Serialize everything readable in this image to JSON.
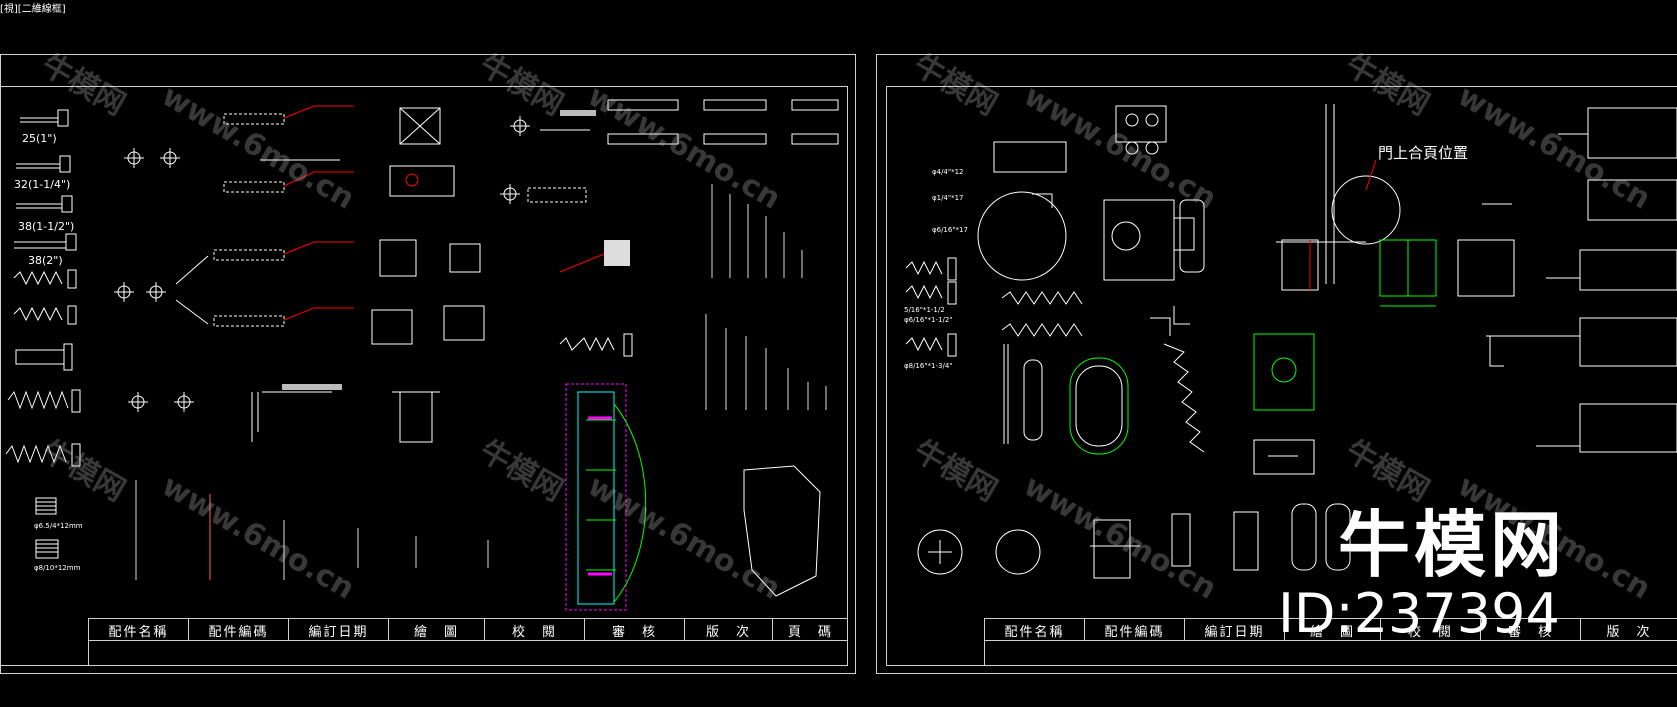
{
  "window": {
    "title_fragment": "[視][二維線框]"
  },
  "sheet_left": {
    "title_block": [
      "配件名稱",
      "配件編碼",
      "編訂日期",
      "繪　圖",
      "校　閱",
      "審　核",
      "版　次",
      "頁　碼"
    ],
    "screw_labels": [
      "25(1\")",
      "32(1-1/4\")",
      "38(1-1/2\")",
      "38(2\")"
    ],
    "cam_labels": [
      "φ6.5/4*12mm",
      "φ8/10*12mm"
    ]
  },
  "sheet_right": {
    "title_block": [
      "配件名稱",
      "配件編碼",
      "編訂日期",
      "繪　圖",
      "校　閱",
      "審　核",
      "版　次"
    ],
    "door_hinge_note": "門上合頁位置",
    "screw_labels": [
      "φ4/4\"*12",
      "φ1/4\"*17",
      "φ6/16\"*17",
      "5/16\"*1-1/2",
      "φ6/16\"*1-1/2\"",
      "φ8/16\"*1-3/4\""
    ]
  },
  "watermark": {
    "cn": "牛模网",
    "url": "www.6mo.cn"
  },
  "overlay": {
    "brand": "牛模网",
    "id_text": "ID:237394"
  },
  "colors": {
    "bg": "#000000",
    "line": "#ffffff",
    "green": "#00ff00",
    "red": "#ff0000",
    "magenta": "#ff00ff",
    "cyan": "#00ffff"
  }
}
